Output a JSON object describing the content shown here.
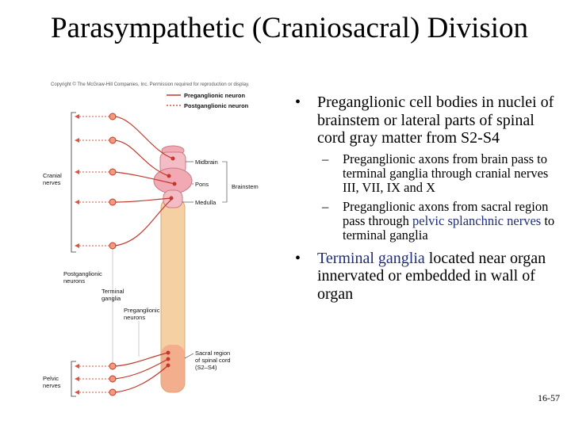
{
  "slide": {
    "title": "Parasympathetic (Craniosacral) Division",
    "page_number": "16-57"
  },
  "figure": {
    "copyright": "Copyright © The McGraw-Hill Companies, Inc. Permission required for reproduction or display.",
    "legend": {
      "preganglionic": "Preganglionic neuron",
      "postganglionic": "Postganglionic neuron"
    },
    "labels": {
      "cranial_nerves": [
        "Cranial",
        "nerves"
      ],
      "midbrain": "Midbrain",
      "pons": "Pons",
      "brainstem": "Brainstem",
      "medulla": "Medulla",
      "postganglionic_neurons": [
        "Postganglionic",
        "neurons"
      ],
      "terminal_ganglia": [
        "Terminal",
        "ganglia"
      ],
      "preganglionic_neurons": [
        "Preganglionic",
        "neurons"
      ],
      "sacral_region": [
        "Sacral region",
        "of spinal cord",
        "(S2–S4)"
      ],
      "pelvic_nerves": [
        "Pelvic",
        "nerves"
      ]
    },
    "colors": {
      "preganglionic": "#c0392b",
      "postganglionic": "#e0533f",
      "spinal_cord": "#f5d0a3",
      "brainstem": "#f1a9b3"
    }
  },
  "bullets": [
    {
      "text": "Preganglionic cell bodies in nuclei of brainstem or lateral parts of spinal cord gray matter from S2-S4",
      "sub": [
        {
          "text": "Preganglionic axons from brain pass to terminal ganglia through cranial nerves III, VII, IX and X"
        },
        {
          "before": "Preganglionic axons from sacral region pass through ",
          "highlight": "pelvic splanchnic nerves",
          "after": " to terminal ganglia"
        }
      ]
    },
    {
      "highlight": "Terminal ganglia",
      "after": " located near organ innervated or embedded in wall of organ"
    }
  ]
}
